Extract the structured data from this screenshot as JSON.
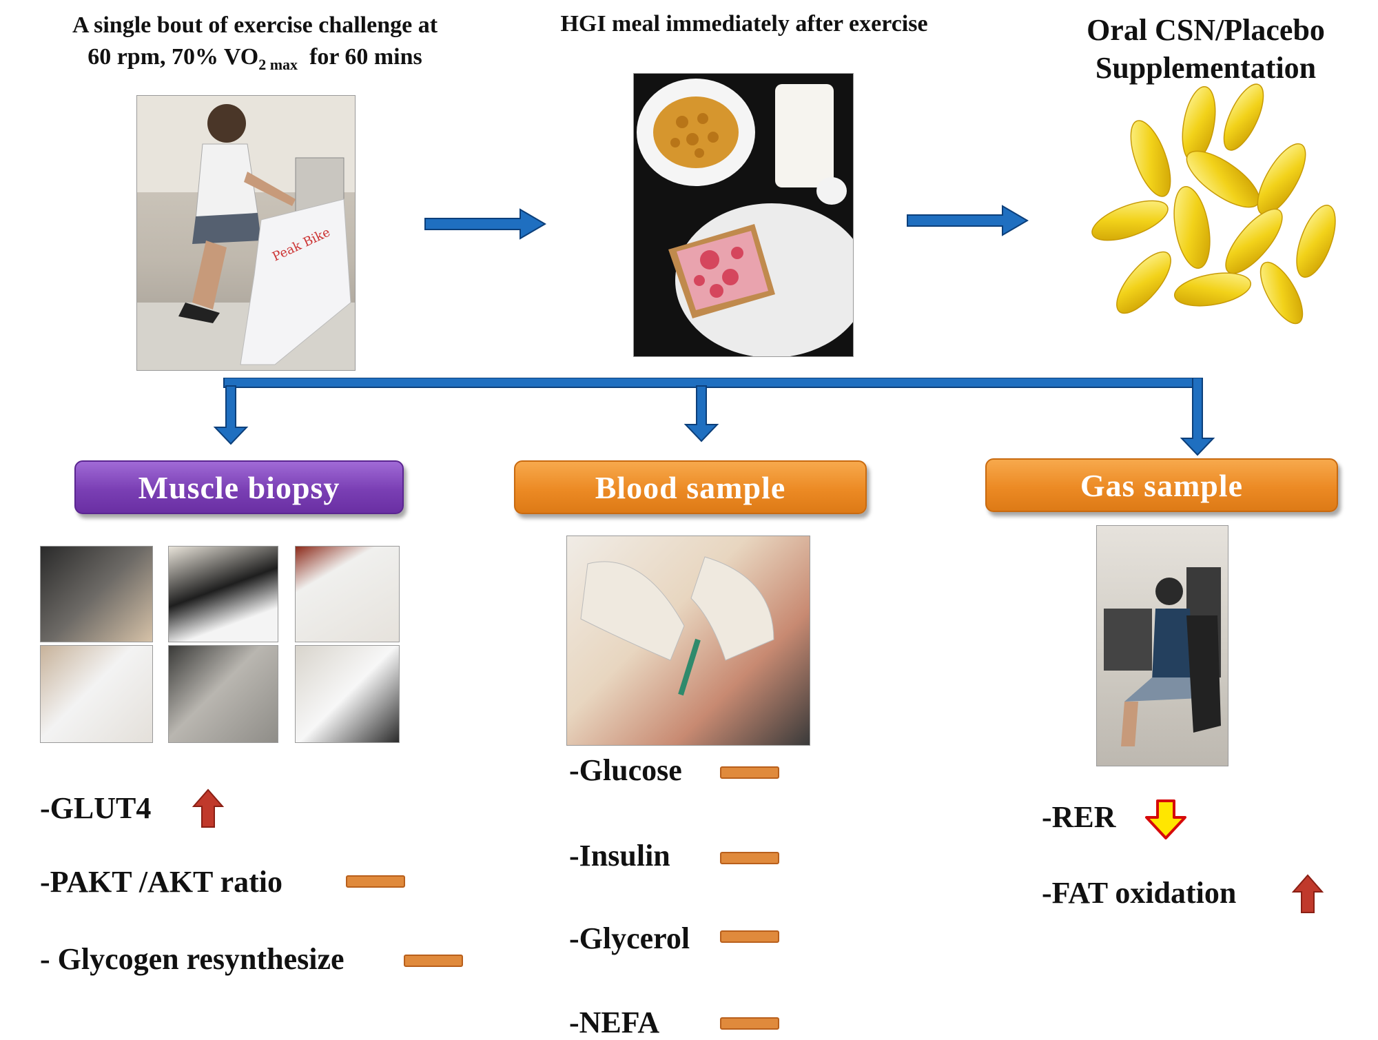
{
  "step1": {
    "title_line1": "A single bout of exercise challenge at",
    "title_line2_a": "60 rpm, 70% VO",
    "title_line2_sub": "2 max",
    "title_line2_b": "for 60 mins"
  },
  "step2": {
    "title": "HGI meal immediately after exercise"
  },
  "step3": {
    "title_line1": "Oral CSN/Placebo",
    "title_line2": "Supplementation"
  },
  "branches": {
    "muscle": {
      "label": "Muscle biopsy",
      "results": [
        {
          "text": "-GLUT4",
          "indicator": "up-arrow"
        },
        {
          "text": "-PAKT /AKT ratio",
          "indicator": "no-change"
        },
        {
          "text": "- Glycogen resynthesize",
          "indicator": "no-change"
        }
      ]
    },
    "blood": {
      "label": "Blood sample",
      "results": [
        {
          "text": "-Glucose",
          "indicator": "no-change"
        },
        {
          "text": "-Insulin",
          "indicator": "no-change"
        },
        {
          "text": "-Glycerol",
          "indicator": "no-change"
        },
        {
          "text": "-NEFA",
          "indicator": "no-change"
        }
      ]
    },
    "gas": {
      "label": "Gas  sample",
      "results": [
        {
          "text": "-RER",
          "indicator": "down-arrow"
        },
        {
          "text": "-FAT oxidation",
          "indicator": "up-arrow"
        }
      ]
    }
  },
  "colors": {
    "arrow_blue": "#1f6fc0",
    "purple_pill": "#7a3fb4",
    "orange_pill": "#ec8a24",
    "up_arrow_red": "#c0392b",
    "down_arrow_yellow": "#ffe600",
    "no_change_orange": "#e08a3c"
  }
}
